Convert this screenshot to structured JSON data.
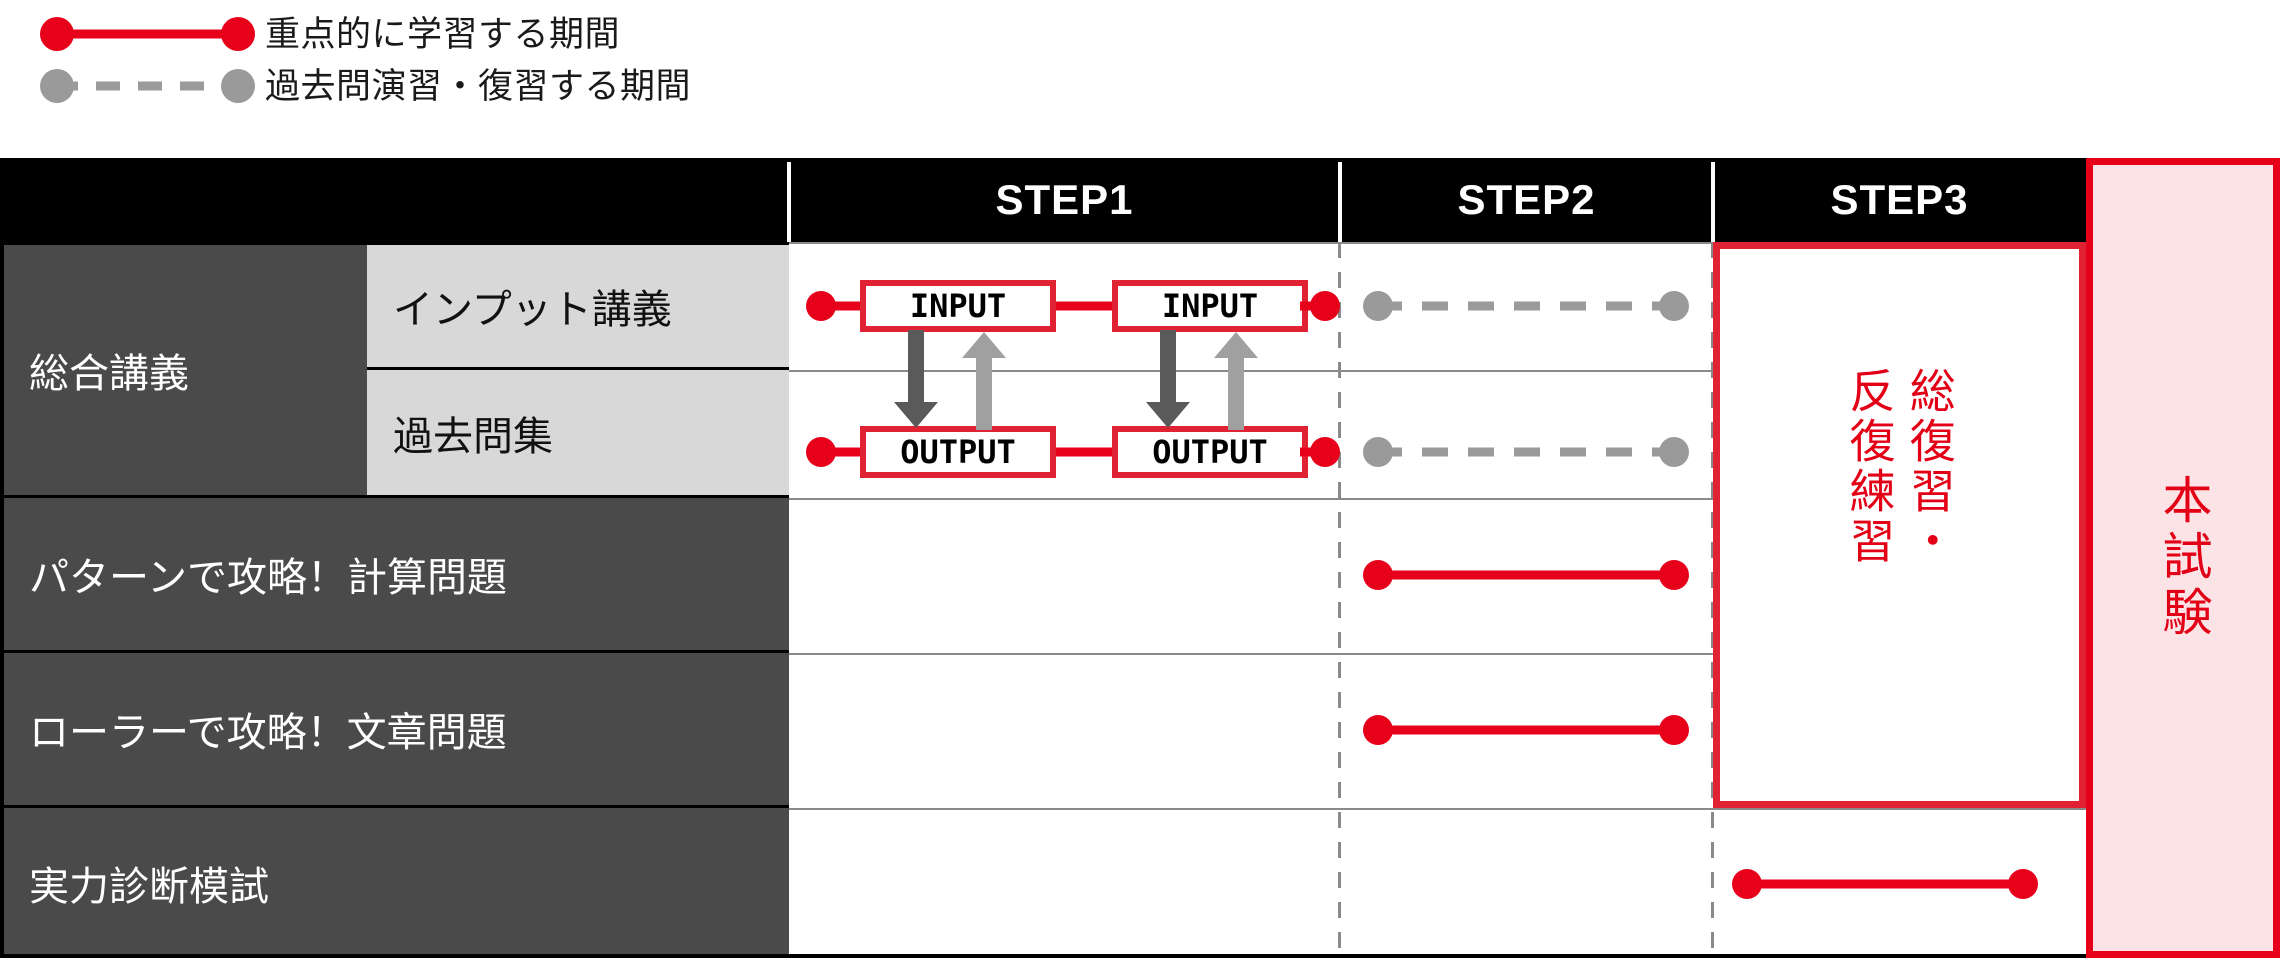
{
  "legend": {
    "items": [
      {
        "style": "solid",
        "marker_color": "#e60019",
        "label": "重点的に学習する期間"
      },
      {
        "style": "dashed",
        "marker_color": "#9a9a9a",
        "label": "過去問演習・復習する期間"
      }
    ]
  },
  "table": {
    "header": {
      "corner_label": "",
      "steps": [
        "STEP1",
        "STEP2",
        "STEP3"
      ]
    },
    "groups": [
      {
        "name": "総合講義",
        "rows": [
          {
            "label": "インプット講義",
            "step1": "io-boxes-input",
            "step2": "dashed",
            "step3": ""
          },
          {
            "label": "過去問集",
            "step1": "io-boxes-output",
            "step2": "dashed",
            "step3": ""
          }
        ]
      }
    ],
    "rows": [
      {
        "label": "パターンで攻略！計算問題",
        "step1": "",
        "step2": "solid",
        "step3": ""
      },
      {
        "label": "ローラーで攻略！文章問題",
        "step1": "",
        "step2": "solid",
        "step3": ""
      },
      {
        "label": "実力診断模試",
        "step1": "",
        "step2": "",
        "step3": "solid"
      }
    ],
    "io_boxes": {
      "input_label": "INPUT",
      "output_label": "OUTPUT",
      "count": 2
    },
    "step3_note": {
      "line1": "総復習・",
      "line2": "反復練習"
    },
    "exam_column": {
      "label": "本試験"
    }
  },
  "colors": {
    "red": "#e60019",
    "red_border": "#e12233",
    "gray": "#9a9a9a",
    "header_bg": "#000000",
    "category_bg": "#4a4a4a",
    "subcategory_bg": "#d8d8d8",
    "exam_bg": "#fce4e6",
    "gridline": "#8a8a8a"
  }
}
